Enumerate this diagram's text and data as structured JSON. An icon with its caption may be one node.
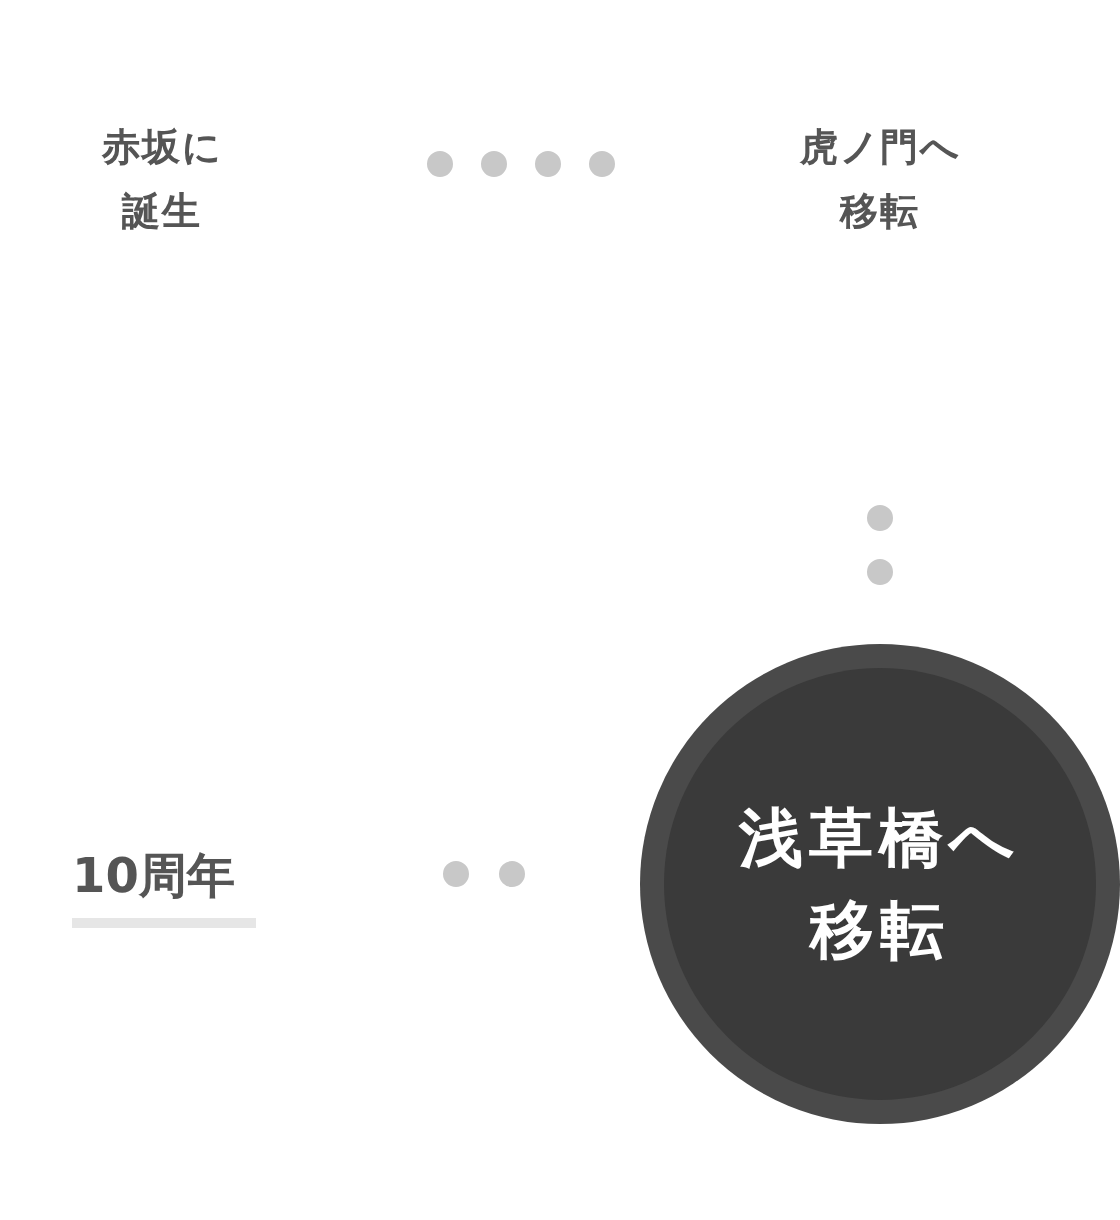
{
  "diagram": {
    "nodes": [
      {
        "text": [
          "赤坂に誕生"
        ]
      },
      {
        "text": [
          "虎ノ門へ移転"
        ]
      },
      {
        "text": [
          "浅草橋へ移転"
        ]
      },
      {
        "text": [
          "10周年"
        ]
      }
    ],
    "edges": [
      {
        "from": 0,
        "to": 1,
        "arrow": "none",
        "style": "dashed"
      },
      {
        "from": 1,
        "to": 2,
        "arrow": "none",
        "style": "dashed"
      },
      {
        "from": 2,
        "to": 3,
        "arrow": "none",
        "style": "dashed"
      }
    ]
  }
}
